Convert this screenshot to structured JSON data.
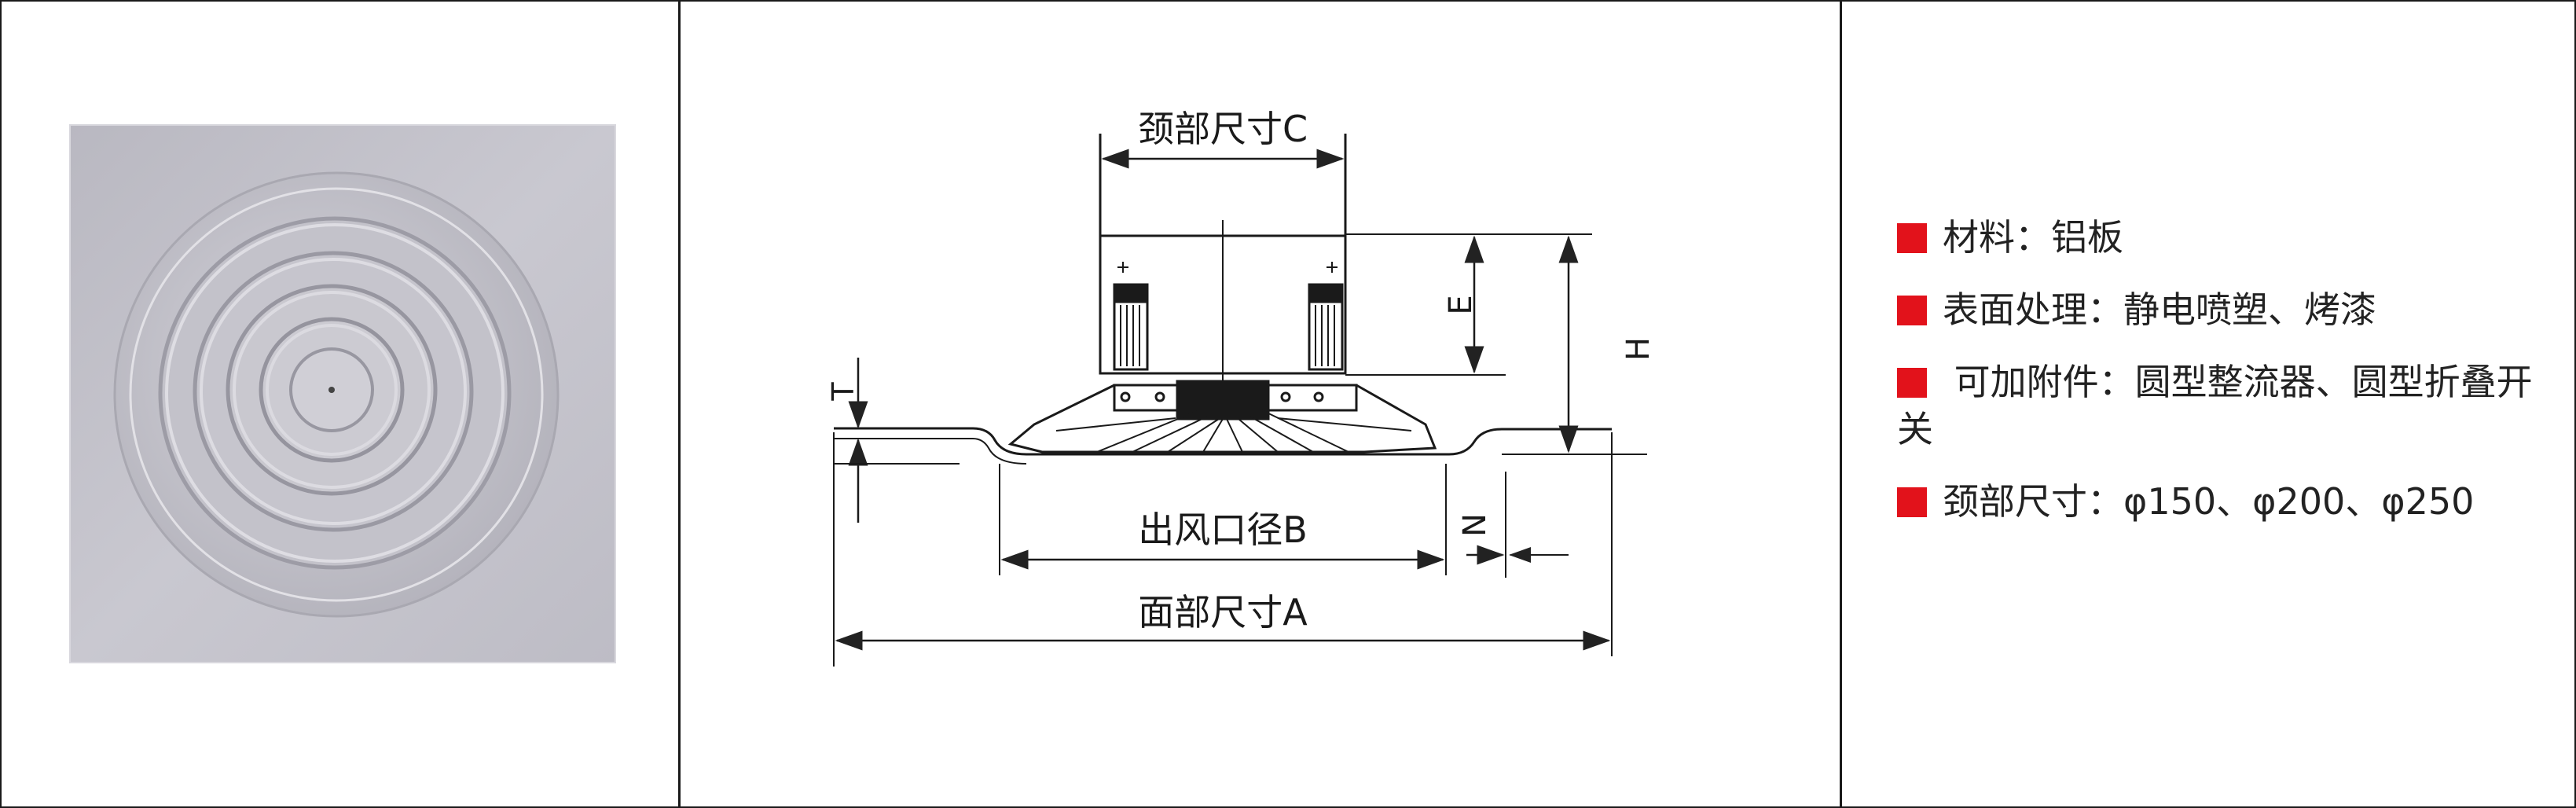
{
  "colors": {
    "bullet": "#e2121b",
    "text": "#222222",
    "line": "#1a1a1a",
    "panel": "#c6c5cd"
  },
  "photo": {
    "icon": "square-round-diffuser-photo"
  },
  "diagram": {
    "neck_size": "颈部尺寸C",
    "outlet_diameter": "出风口径B",
    "face_size": "面部尺寸A",
    "dim_E": "E",
    "dim_H": "H",
    "dim_T": "T",
    "dim_N": "N"
  },
  "specs": [
    {
      "label": "材料：",
      "value": "铝板"
    },
    {
      "label": "表面处理：",
      "value": "静电喷塑、烤漆"
    },
    {
      "label": "可加附件：",
      "value": "圆型整流器、圆型折叠开关"
    },
    {
      "label": "颈部尺寸：",
      "value": "φ150、φ200、φ250"
    }
  ]
}
